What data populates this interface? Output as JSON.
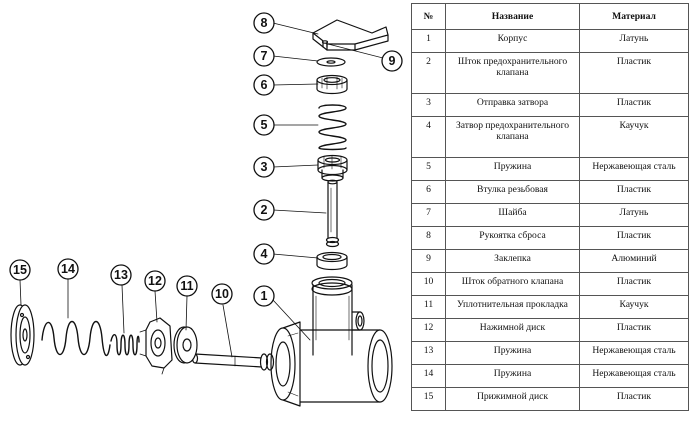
{
  "table": {
    "headers": {
      "num": "№",
      "name": "Название",
      "material": "Материал"
    },
    "rows": [
      {
        "num": "1",
        "name": "Корпус",
        "material": "Латунь"
      },
      {
        "num": "2",
        "name": "Шток предохранительного клапана",
        "material": "Пластик"
      },
      {
        "num": "3",
        "name": "Отправка затвора",
        "material": "Пластик"
      },
      {
        "num": "4",
        "name": "Затвор предохранительного клапана",
        "material": "Каучук"
      },
      {
        "num": "5",
        "name": "Пружина",
        "material": "Нержавеющая сталь"
      },
      {
        "num": "6",
        "name": "Втулка резьбовая",
        "material": "Пластик"
      },
      {
        "num": "7",
        "name": "Шайба",
        "material": "Латунь"
      },
      {
        "num": "8",
        "name": "Рукоятка сброса",
        "material": "Пластик"
      },
      {
        "num": "9",
        "name": "Заклепка",
        "material": "Алюминий"
      },
      {
        "num": "10",
        "name": "Шток обратного клапана",
        "material": "Пластик"
      },
      {
        "num": "11",
        "name": "Уплотнительная прокладка",
        "material": "Каучук"
      },
      {
        "num": "12",
        "name": "Нажимной диск",
        "material": "Пластик"
      },
      {
        "num": "13",
        "name": "Пружина",
        "material": "Нержавеющая сталь"
      },
      {
        "num": "14",
        "name": "Пружина",
        "material": "Нержавеющая сталь"
      },
      {
        "num": "15",
        "name": "Прижимной диск",
        "material": "Пластик"
      }
    ]
  },
  "callouts": [
    "1",
    "2",
    "3",
    "4",
    "5",
    "6",
    "7",
    "8",
    "9",
    "10",
    "11",
    "12",
    "13",
    "14",
    "15"
  ]
}
